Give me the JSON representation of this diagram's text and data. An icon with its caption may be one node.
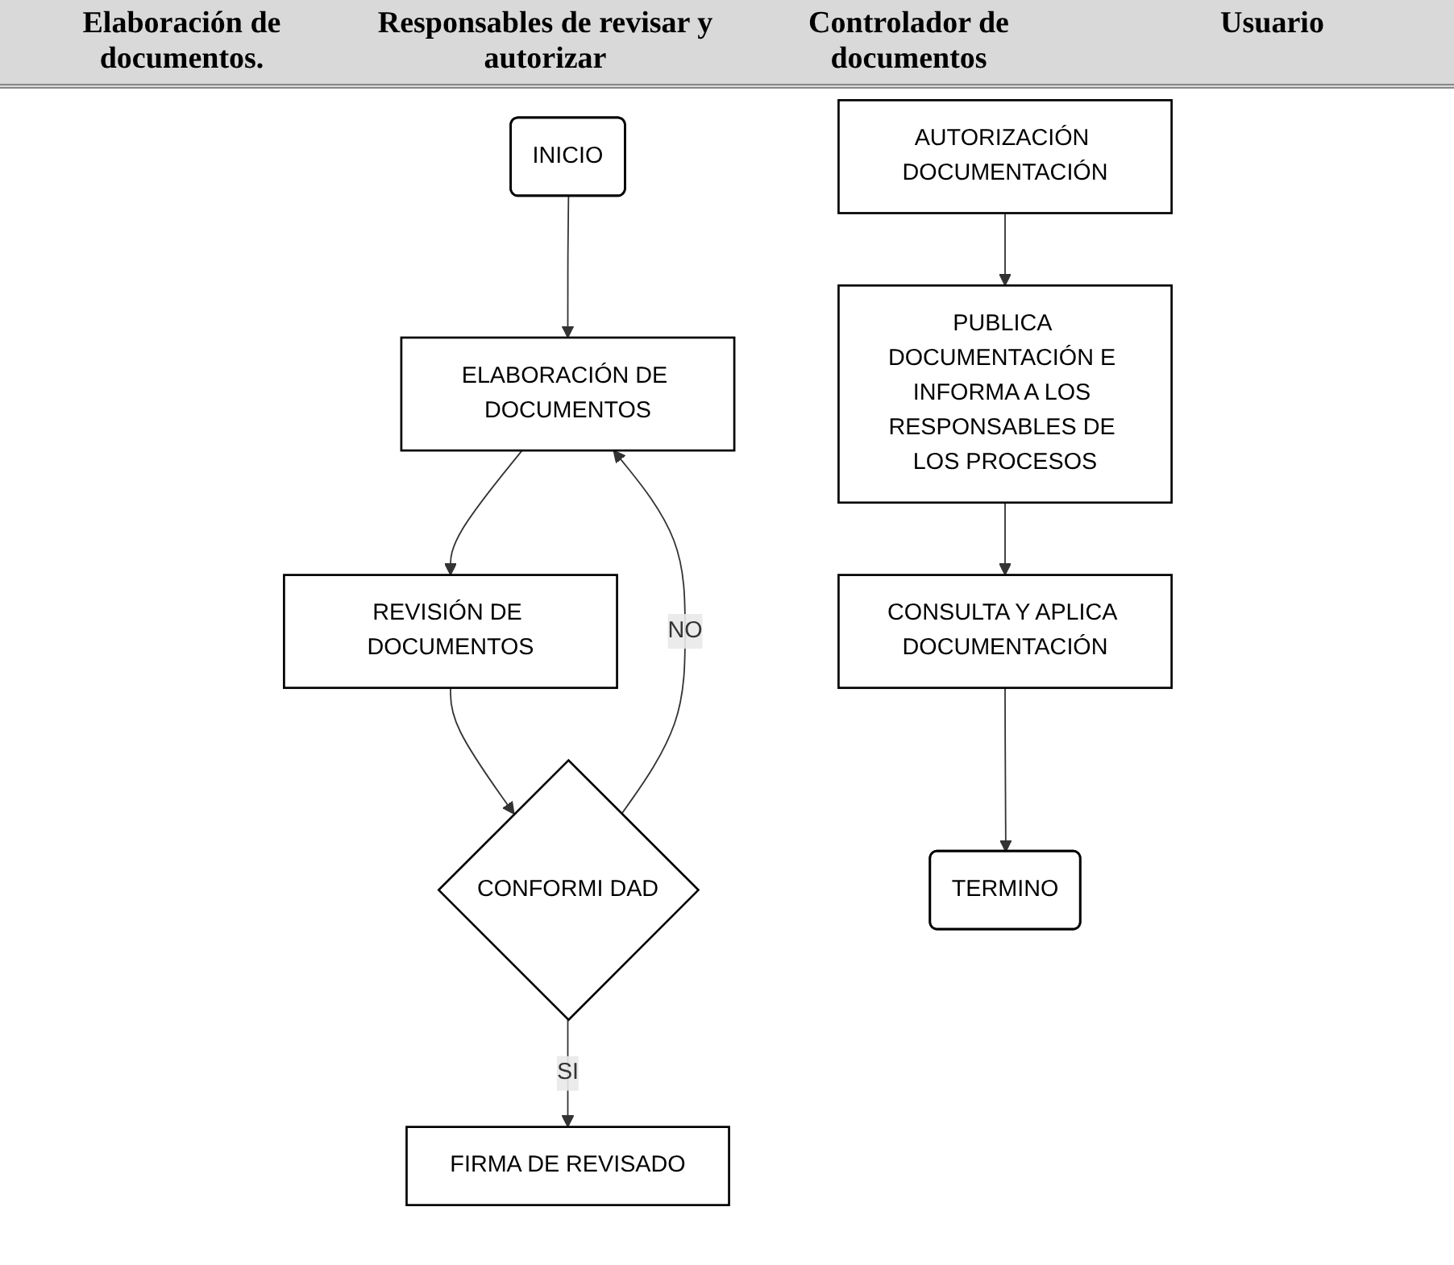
{
  "diagram": {
    "nodes": [
      {
        "text": [
          "INICIO"
        ]
      },
      {
        "text": [
          "ELABORACIÓN DE DOCUMENTOS"
        ]
      },
      {
        "text": [
          "REVISIÓN DE DOCUMENTOS"
        ]
      },
      {
        "text": [
          "CONFORMI DAD"
        ]
      },
      {
        "text": [
          "FIRMA DE REVISADO"
        ]
      },
      {
        "text": [
          "AUTORIZACIÓN DOCUMENTACIÓN"
        ]
      },
      {
        "text": [
          "PUBLICA DOCUMENTACIÓN E INFORMA A LOS RESPONSABLES DE LOS PROCESOS"
        ]
      },
      {
        "text": [
          "CONSULTA Y APLICA DOCUMENTACIÓN"
        ]
      },
      {
        "text": [
          "TERMINO"
        ]
      }
    ],
    "edges": [
      {
        "from": 0,
        "to": 1,
        "arrow": "to"
      },
      {
        "from": 1,
        "to": 2,
        "arrow": "to"
      },
      {
        "from": 2,
        "to": 3,
        "arrow": "to"
      },
      {
        "from": 3,
        "to": 1,
        "arrow": "to",
        "label": "NO"
      },
      {
        "from": 3,
        "to": 4,
        "arrow": "to",
        "label": "SI"
      },
      {
        "from": 5,
        "to": 6,
        "arrow": "to"
      },
      {
        "from": 6,
        "to": 7,
        "arrow": "to"
      },
      {
        "from": 7,
        "to": 8,
        "arrow": "to"
      }
    ],
    "labels": [
      "Elaboración de documentos.",
      "Responsables de revisar y autorizar",
      "Controlador de documentos",
      "Usuario"
    ]
  }
}
